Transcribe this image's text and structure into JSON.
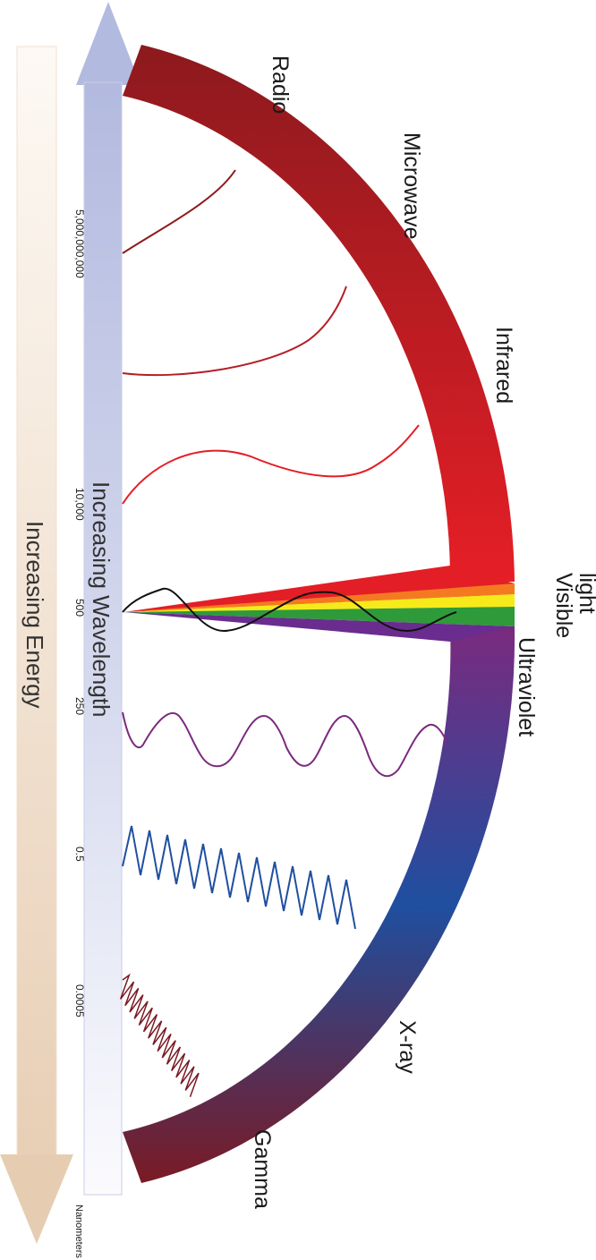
{
  "arrows": {
    "energy_label": "Increasing Energy",
    "wavelength_label": "Increasing Wavelength"
  },
  "wavelength_scale": {
    "ticks": [
      {
        "label": "5,000,000,000"
      },
      {
        "label": "10,000"
      },
      {
        "label": "500"
      },
      {
        "label": "250"
      },
      {
        "label": "0.5"
      },
      {
        "label": "0.0005"
      }
    ],
    "unit": "Nanometers"
  },
  "bands": [
    {
      "name": "Radio"
    },
    {
      "name": "Microwave"
    },
    {
      "name": "Infrared"
    },
    {
      "name": "Visible light"
    },
    {
      "name": "Ultraviolet"
    },
    {
      "name": "X-ray"
    },
    {
      "name": "Gamma"
    }
  ],
  "colors": {
    "energy_arrow": "#e8cfb6",
    "wavelength_arrow": "#b9bfe1",
    "radio": "#8e1a1e",
    "infrared": "#e41e26",
    "visible_red": "#e41e26",
    "visible_orange": "#f47a22",
    "visible_yellow": "#f6ea1a",
    "visible_green": "#2f9a3a",
    "visible_violet": "#6a2c8e",
    "ultraviolet": "#7a2a7e",
    "xray": "#1f4fa0",
    "gamma": "#7a1a24"
  }
}
